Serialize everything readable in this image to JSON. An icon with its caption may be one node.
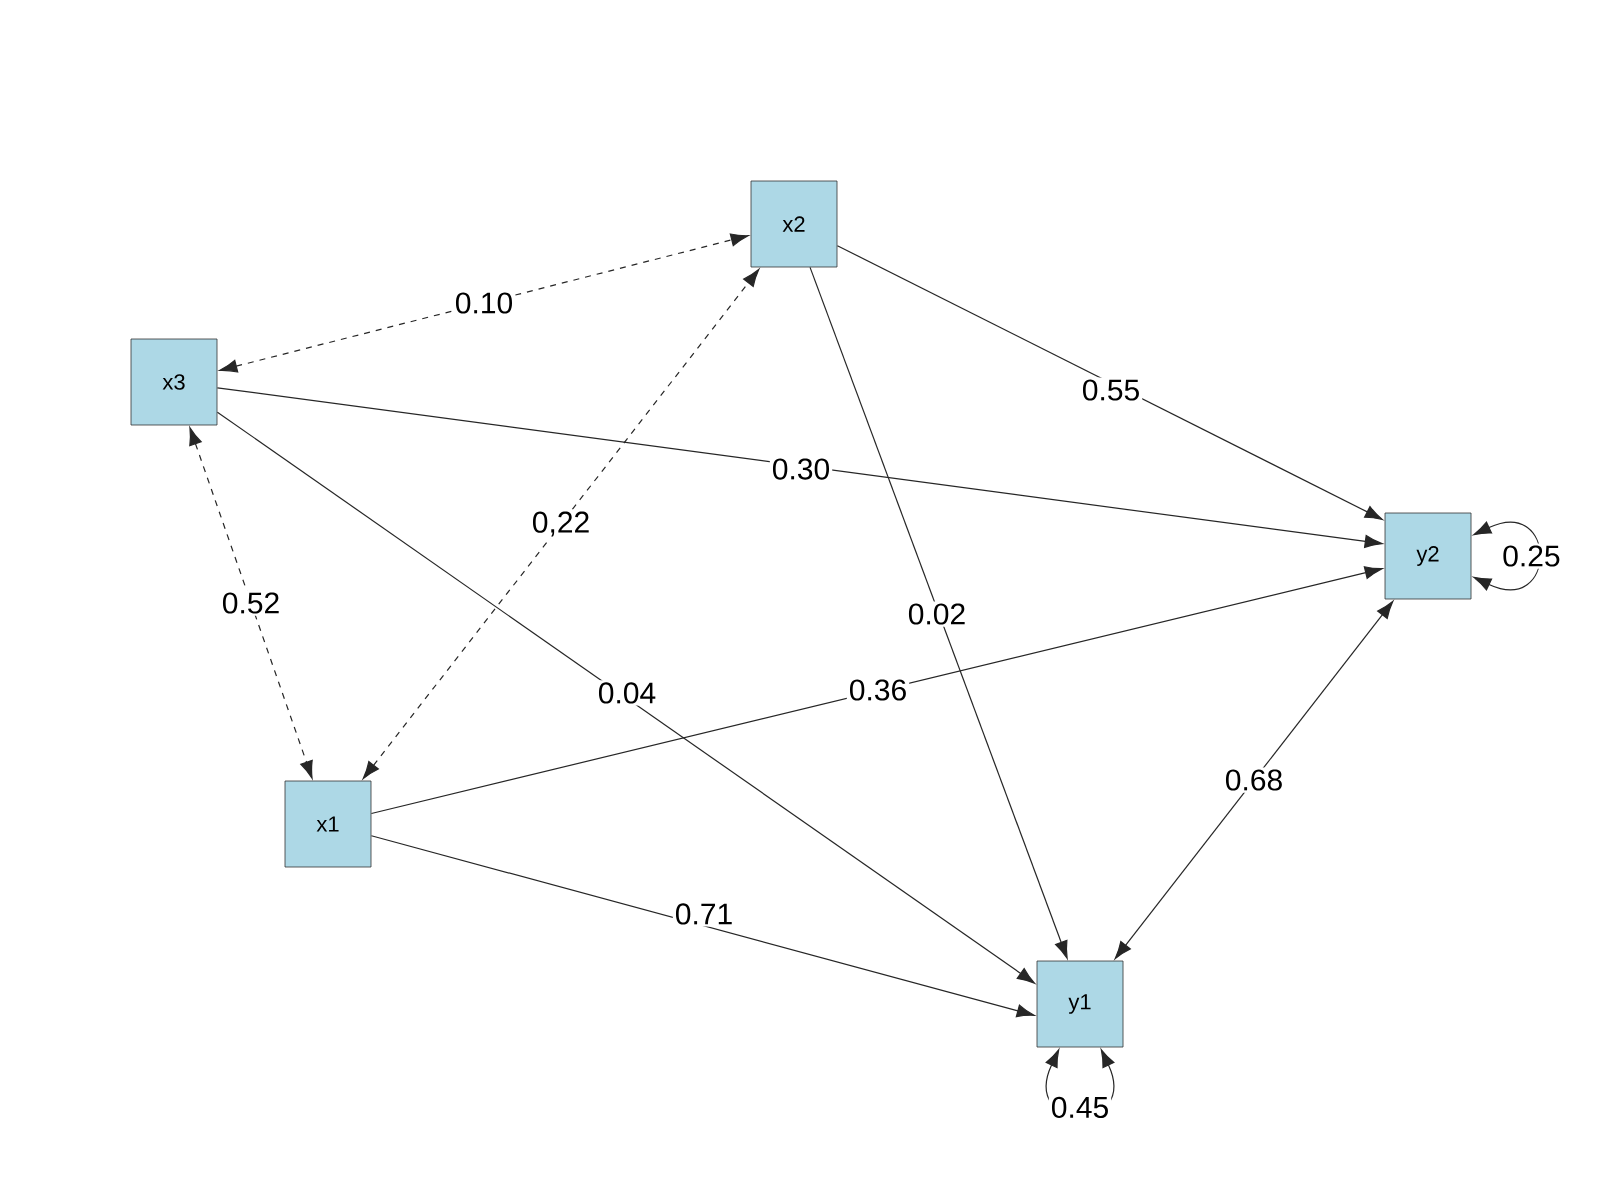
{
  "diagram": {
    "nodes": [
      {
        "text": [
          "x2"
        ]
      },
      {
        "text": [
          "x3"
        ]
      },
      {
        "text": [
          "y2"
        ]
      },
      {
        "text": [
          "x1"
        ]
      },
      {
        "text": [
          "y1"
        ]
      }
    ],
    "edges": [
      {
        "from": 1,
        "to": 0,
        "arrow": "both",
        "style": "dashed",
        "label": "0.10"
      },
      {
        "from": 3,
        "to": 0,
        "arrow": "both",
        "style": "dashed",
        "label": "0,22"
      },
      {
        "from": 1,
        "to": 3,
        "arrow": "both",
        "style": "dashed",
        "label": "0.52"
      },
      {
        "from": 0,
        "to": 2,
        "arrow": "to",
        "label": "0.55"
      },
      {
        "from": 1,
        "to": 2,
        "arrow": "to",
        "label": "0.30"
      },
      {
        "from": 0,
        "to": 4,
        "arrow": "to",
        "label": "0.02"
      },
      {
        "from": 1,
        "to": 4,
        "arrow": "to",
        "label": "0.04"
      },
      {
        "from": 3,
        "to": 2,
        "arrow": "to",
        "label": "0.36"
      },
      {
        "from": 3,
        "to": 4,
        "arrow": "to",
        "label": "0.71"
      },
      {
        "from": 4,
        "to": 2,
        "arrow": "both",
        "label": "0.68"
      },
      {
        "from": 4,
        "to": 4,
        "arrow": "both",
        "label": "0.45"
      },
      {
        "from": 2,
        "to": 2,
        "arrow": "both",
        "label": "0.25"
      }
    ]
  }
}
